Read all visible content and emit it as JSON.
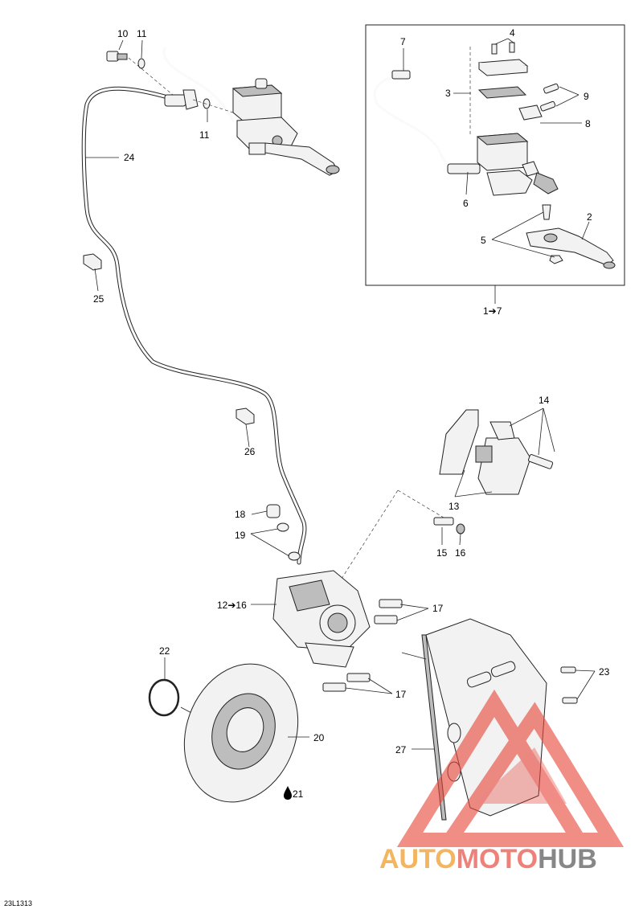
{
  "callouts": {
    "c10": "10",
    "c11a": "11",
    "c11b": "11",
    "c24": "24",
    "c25": "25",
    "c26": "26",
    "c7": "7",
    "c4": "4",
    "c3": "3",
    "c9": "9",
    "c8": "8",
    "c6": "6",
    "c2": "2",
    "c5": "5",
    "c1to7": "1➔7",
    "c14": "14",
    "c13": "13",
    "c15": "15",
    "c16": "16",
    "c18": "18",
    "c19": "19",
    "c12to16": "12➔16",
    "c17a": "17",
    "c17b": "17",
    "c22": "22",
    "c20": "20",
    "c21": "21",
    "c23": "23",
    "c27": "27"
  },
  "drawing_number": "23L1313",
  "watermark": {
    "part1": "AUTO",
    "part2": "MOTO",
    "part3": "HUB",
    "color1": "#f2a33a",
    "color2": "#e8645a",
    "color3": "#6a6a6a"
  },
  "colors": {
    "line": "#222222",
    "watermark_triangle": "#e8483c"
  }
}
